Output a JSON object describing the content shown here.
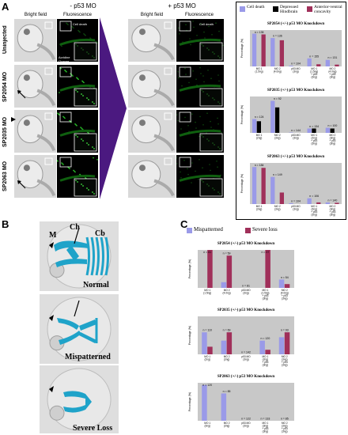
{
  "panels": {
    "A": {
      "letter": "A",
      "minus_heading": "- p53 MO",
      "plus_heading": "+ p53 MO",
      "col_bright": "Bright field",
      "col_fluor": "Fluorescence",
      "rows": [
        "Uninjected",
        "SP2054 MO",
        "SP2035 MO",
        "SP2063 MO"
      ],
      "cell_death_label": "Cell death",
      "stain_label": "Acridine Orange"
    },
    "B": {
      "letter": "B",
      "labels": {
        "M": "M",
        "Ch": "Ch",
        "Cb": "Cb"
      },
      "conditions": [
        "Normal",
        "Mispatterned",
        "Severe Loss"
      ]
    },
    "C": {
      "letter": "C"
    }
  },
  "legendA": [
    {
      "name": "Cell death",
      "color": "#9a9ae8"
    },
    {
      "name": "Depressed Hindbrain",
      "color": "#000000"
    },
    {
      "name": "Anterior-ventral concavity",
      "color": "#a0305a"
    }
  ],
  "legendC": [
    {
      "name": "Mispatterned",
      "color": "#9a9ae8"
    },
    {
      "name": "Severe loss",
      "color": "#a0305a"
    }
  ],
  "chart_data": [
    {
      "type": "bar",
      "title": "SP2054 (+/-) p53 MO Knockdown",
      "ylabel": "Percentage (%)",
      "categories": [
        "MO 1 (1.5ng)",
        "MO 2 (4.0ng)",
        "p53 MO (3ng)",
        "MO 1 (1.5ng) + p53 (3ng)",
        "MO 2 (4.0ng) + p53 (3ng)"
      ],
      "n_labels": [
        "n = 135",
        "n = 136",
        "n = 104",
        "n = 155",
        "n = 131"
      ],
      "ylim": [
        0,
        100
      ],
      "series": [
        {
          "name": "Cell death",
          "values": [
            90,
            78,
            2,
            22,
            18
          ]
        },
        {
          "name": "Depressed Hindbrain",
          "values": [
            0,
            0,
            0,
            0,
            0
          ]
        },
        {
          "name": "Anterior-ventral concavity",
          "values": [
            88,
            72,
            0,
            6,
            5
          ]
        }
      ]
    },
    {
      "type": "bar",
      "title": "SP2035 (+/-) p53 MO Knockdown",
      "ylabel": "Percentage (%)",
      "categories": [
        "MO 1 (2ng)",
        "MO 2 (3ng)",
        "p53 MO (3ng)",
        "MO 1 (2ng) + p53 (3ng)",
        "MO 2 (3ng) + p53 (3ng)"
      ],
      "n_labels": [
        "n = 124",
        "n = 92",
        "n = 144",
        "n = 134",
        "n = 100"
      ],
      "ylim": [
        0,
        100
      ],
      "series": [
        {
          "name": "Cell death",
          "values": [
            38,
            88,
            1,
            12,
            14
          ]
        },
        {
          "name": "Depressed Hindbrain",
          "values": [
            32,
            70,
            0,
            12,
            12
          ]
        },
        {
          "name": "Anterior-ventral concavity",
          "values": [
            0,
            0,
            0,
            0,
            0
          ]
        }
      ]
    },
    {
      "type": "bar",
      "title": "SP2063 (+/-) p53 MO Knockdown",
      "ylabel": "Percentage (%)",
      "categories": [
        "MO 1 (3ng)",
        "MO 2 (3ng)",
        "p53 MO (3ng)",
        "MO 1 (3ng) + p53 (3ng)",
        "MO 2 (3ng) + p53 (3ng)"
      ],
      "n_labels": [
        "n = 184",
        "n = 149",
        "n = 104",
        "n = 106",
        "n = 140"
      ],
      "ylim": [
        0,
        100
      ],
      "series": [
        {
          "name": "Cell death",
          "values": [
            90,
            66,
            2,
            14,
            4
          ]
        },
        {
          "name": "Depressed Hindbrain",
          "values": [
            0,
            0,
            0,
            0,
            0
          ]
        },
        {
          "name": "Anterior-ventral concavity",
          "values": [
            88,
            28,
            0,
            4,
            3
          ]
        }
      ]
    },
    {
      "type": "bar",
      "title": "SP2054 (+/-) p53 MO Knockdown",
      "ylabel": "Percentage (%)",
      "categories": [
        "MO 1 (1.5ng)",
        "MO 2 (4.0ng)",
        "p53 MO (3ng)",
        "MO 1 (1.5ng) + p53 (3ng)",
        "MO 2 (4.0ng) + p53 (3ng)"
      ],
      "n_labels": [
        "n = 61",
        "n = 59",
        "n = 81",
        "n = 37",
        "n = 54"
      ],
      "ylim": [
        0,
        100
      ],
      "series": [
        {
          "name": "Mispatterned",
          "values": [
            0,
            15,
            0,
            0,
            22
          ]
        },
        {
          "name": "Severe loss",
          "values": [
            100,
            85,
            0,
            100,
            10
          ]
        }
      ]
    },
    {
      "type": "bar",
      "title": "SP2035 (+/-) p53 MO Knockdown",
      "ylabel": "Percentage (%)",
      "categories": [
        "MO 1 (2ng)",
        "MO 2 (3ng)",
        "p53 MO (3ng)",
        "MO 1 (2ng) + p53 (3ng)",
        "MO 2 (3ng) + p53 (3ng)"
      ],
      "n_labels": [
        "n = 110",
        "n = 69",
        "n = 142",
        "n = 120",
        "n = 93"
      ],
      "ylim": [
        0,
        100
      ],
      "series": [
        {
          "name": "Mispatterned",
          "values": [
            58,
            36,
            0,
            36,
            45
          ]
        },
        {
          "name": "Severe loss",
          "values": [
            20,
            58,
            0,
            12,
            58
          ]
        }
      ]
    },
    {
      "type": "bar",
      "title": "SP2063 (+/-) p53 MO Knockdown",
      "ylabel": "Percentage (%)",
      "categories": [
        "MO 1 (3ng)",
        "MO 2 (3ng)",
        "p53 MO (3ng)",
        "MO 1 (3ng) + p53 (3ng)",
        "MO 2 (3ng) + p53 (3ng)"
      ],
      "n_labels": [
        "n = 120",
        "n = 85",
        "n = 122",
        "n = 133",
        "n = 85"
      ],
      "ylim": [
        0,
        100
      ],
      "series": [
        {
          "name": "Mispatterned",
          "values": [
            94,
            72,
            0,
            0,
            0
          ]
        },
        {
          "name": "Severe loss",
          "values": [
            0,
            0,
            0,
            0,
            0
          ]
        }
      ]
    }
  ]
}
